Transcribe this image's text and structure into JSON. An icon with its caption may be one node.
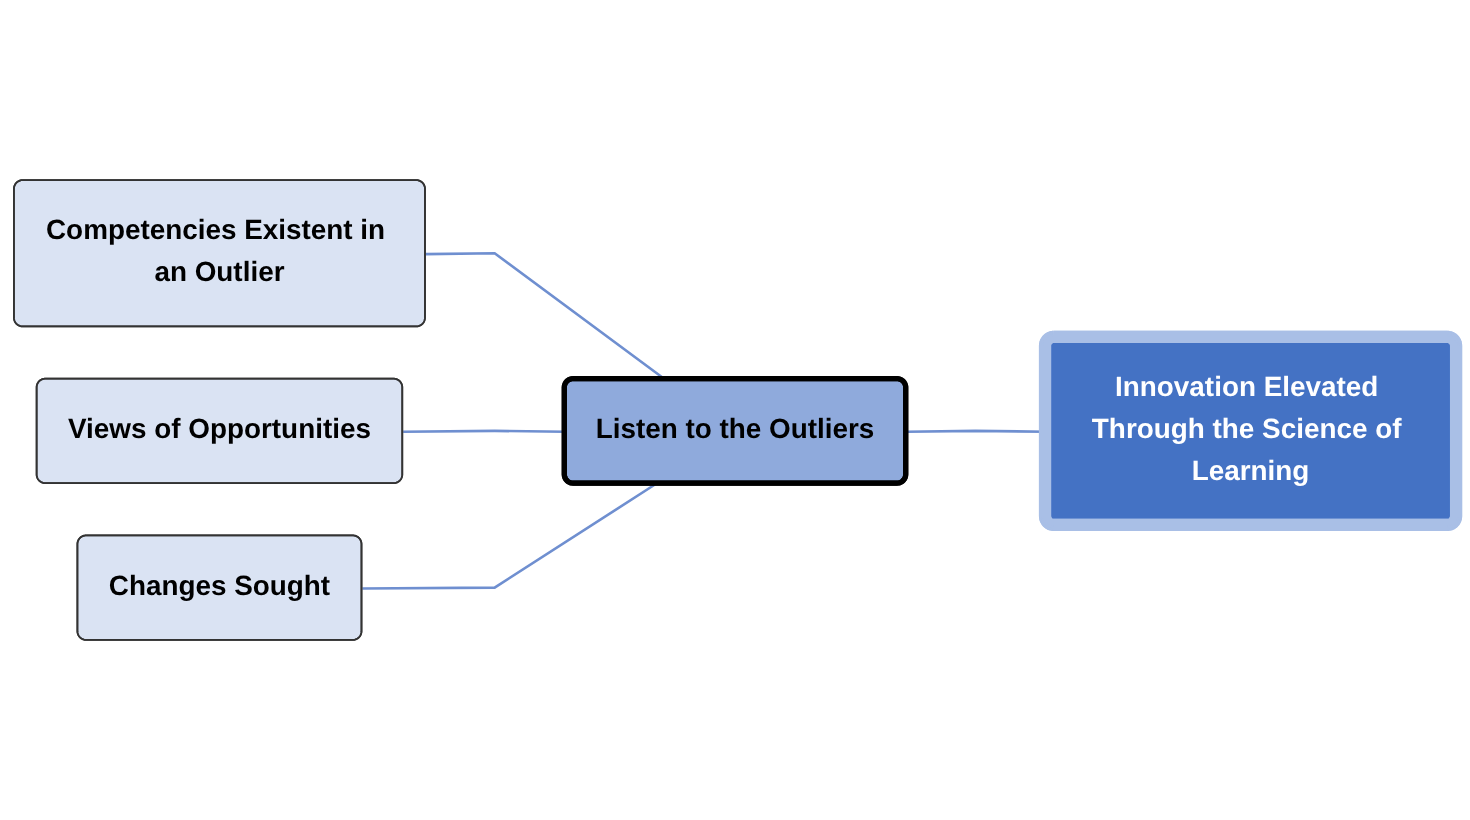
{
  "diagram": {
    "nodes": [
      {
        "text": [
          "Competencies Existent in an Outlier"
        ]
      },
      {
        "text": [
          "Views of Opportunities"
        ]
      },
      {
        "text": [
          "Changes Sought"
        ]
      },
      {
        "text": [
          "Listen to the Outliers"
        ]
      },
      {
        "text": [
          "Innovation Elevated Through the Science of Learning"
        ]
      }
    ],
    "edges": [
      {
        "from": 0,
        "to": 3,
        "arrow": "none"
      },
      {
        "from": 1,
        "to": 3,
        "arrow": "none"
      },
      {
        "from": 2,
        "to": 3,
        "arrow": "none"
      },
      {
        "from": 3,
        "to": 4,
        "arrow": "none"
      }
    ]
  }
}
